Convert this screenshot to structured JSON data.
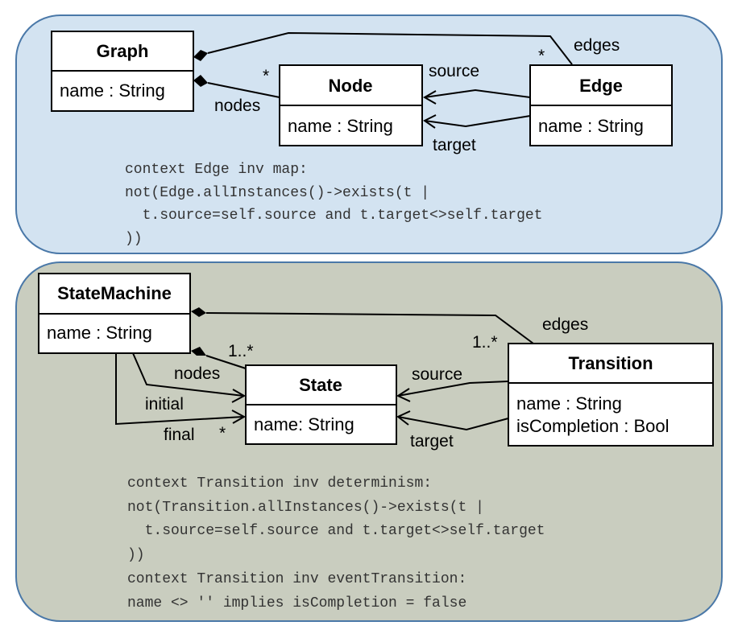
{
  "colors": {
    "top_panel_fill": "#d3e3f1",
    "bottom_panel_fill": "#c9cdbf",
    "panel_border": "#4a78a8"
  },
  "top_diagram": {
    "classes": {
      "graph": {
        "name": "Graph",
        "attributes": [
          "name : String"
        ]
      },
      "node": {
        "name": "Node",
        "attributes": [
          "name : String"
        ]
      },
      "edge": {
        "name": "Edge",
        "attributes": [
          "name : String"
        ]
      }
    },
    "associations": {
      "nodes": {
        "role": "nodes",
        "multiplicity": "*"
      },
      "edges": {
        "role": "edges",
        "multiplicity": "*"
      },
      "source": {
        "role": "source"
      },
      "target": {
        "role": "target"
      }
    },
    "ocl": [
      "context Edge inv map:",
      "not(Edge.allInstances()->exists(t |",
      "  t.source=self.source and t.target<>self.target",
      "))"
    ]
  },
  "bottom_diagram": {
    "classes": {
      "state_machine": {
        "name": "StateMachine",
        "attributes": [
          "name : String"
        ]
      },
      "state": {
        "name": "State",
        "attributes": [
          "name: String"
        ]
      },
      "transition": {
        "name": "Transition",
        "attributes": [
          "name : String",
          "isCompletion : Bool"
        ]
      }
    },
    "associations": {
      "nodes": {
        "role": "nodes",
        "multiplicity": "1..*"
      },
      "edges": {
        "role": "edges",
        "multiplicity": "1..*"
      },
      "initial": {
        "role": "initial"
      },
      "final": {
        "role": "final",
        "multiplicity": "*"
      },
      "source": {
        "role": "source"
      },
      "target": {
        "role": "target"
      }
    },
    "ocl": [
      "context Transition inv determinism:",
      "not(Transition.allInstances()->exists(t |",
      "  t.source=self.source and t.target<>self.target",
      "))",
      "context Transition inv eventTransition:",
      "name <> '' implies isCompletion = false"
    ]
  }
}
